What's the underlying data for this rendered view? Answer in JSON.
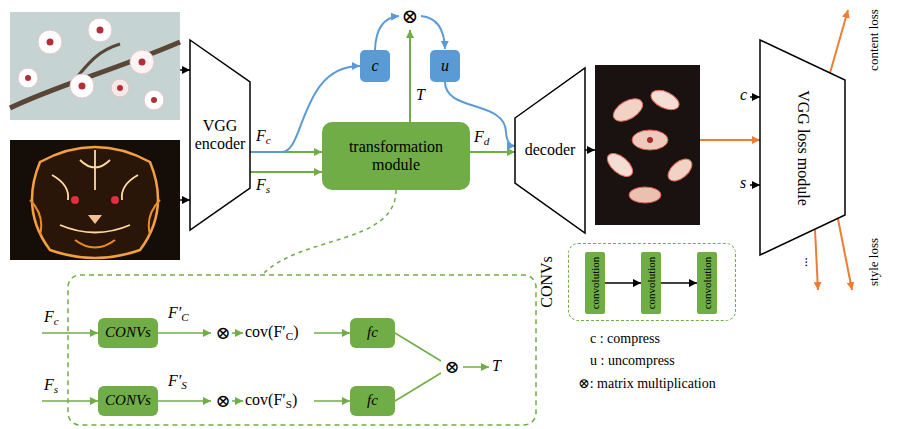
{
  "diagram": {
    "nodes": [
      {
        "text": [
          "VGG encoder"
        ]
      },
      {
        "text": [
          "transformation module"
        ]
      },
      {
        "text": [
          "c"
        ]
      },
      {
        "text": [
          "u"
        ]
      },
      {
        "text": [
          "decoder"
        ]
      },
      {
        "text": [
          "VGG loss module"
        ]
      },
      {
        "text": [
          "CONVs"
        ]
      },
      {
        "text": [
          "fc"
        ]
      },
      {
        "text": [
          "CONVs"
        ]
      },
      {
        "text": [
          "fc"
        ]
      },
      {
        "text": [
          "CONVs"
        ]
      },
      {
        "text": [
          "convolution"
        ],
        "in": 10
      },
      {
        "text": [
          "convolution"
        ],
        "in": 10
      },
      {
        "text": [
          "convolution"
        ],
        "in": 10
      }
    ],
    "edges": [
      {
        "from": 0,
        "to": 1,
        "label": "Fc",
        "arrow": "to"
      },
      {
        "from": 0,
        "to": 1,
        "label": "Fs",
        "arrow": "to"
      },
      {
        "from": 0,
        "to": 2,
        "arrow": "to"
      },
      {
        "from": 1,
        "to": 4,
        "label": "Fd",
        "arrow": "to"
      },
      {
        "from": 3,
        "to": 4,
        "arrow": "to"
      },
      {
        "from": 11,
        "to": 12,
        "arrow": "to"
      },
      {
        "from": 12,
        "to": 13,
        "arrow": "to"
      }
    ],
    "labels": [
      "⊗",
      "T",
      "c",
      "s",
      "content loss",
      "...",
      "style loss",
      "Fc",
      "F′C",
      "⊗",
      "cov(F′C)",
      "Fs",
      "F′S",
      "⊗",
      "cov(F′S)",
      "⊗",
      "T",
      "c : compress",
      "u : uncompress",
      "⊗: matrix multiplication"
    ]
  }
}
